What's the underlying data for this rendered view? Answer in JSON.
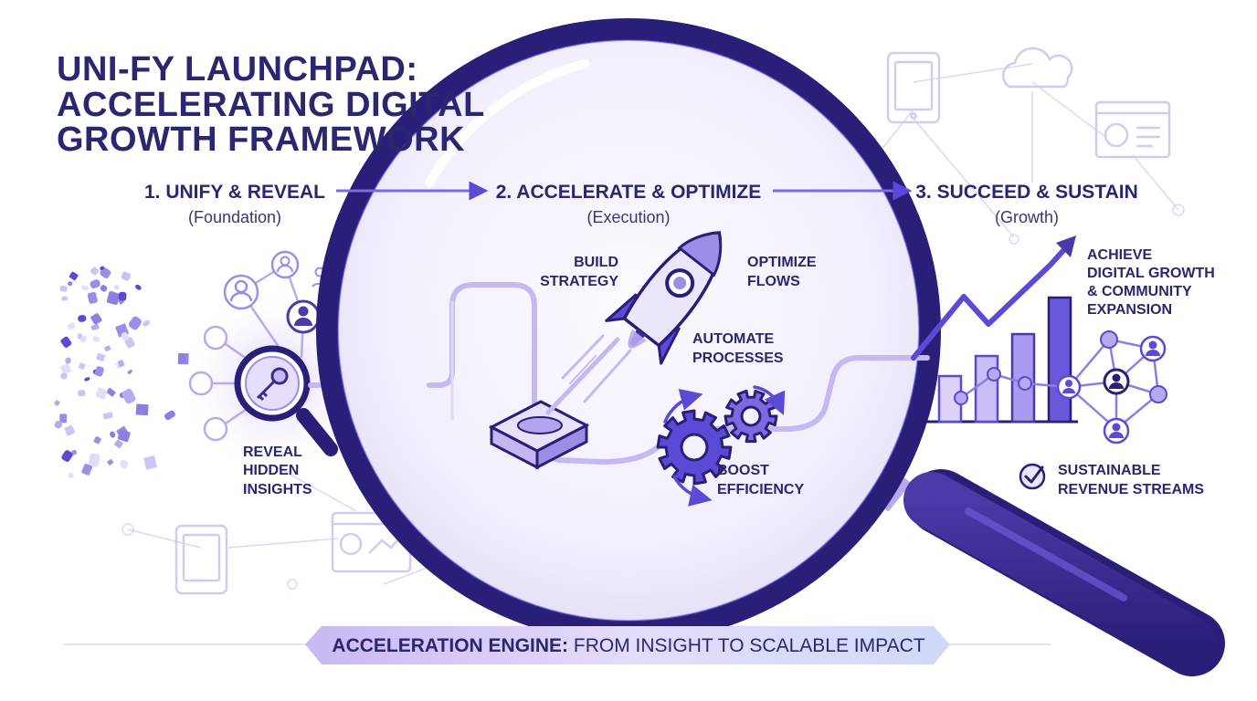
{
  "title": {
    "line1": "UNI-FY LAUNCHPAD:",
    "line2": "ACCELERATING DIGITAL",
    "line3": "GROWTH FRAMEWORK"
  },
  "steps": [
    {
      "title": "1. UNIFY & REVEAL",
      "subtitle": "(Foundation)"
    },
    {
      "title": "2. ACCELERATE & OPTIMIZE",
      "subtitle": "(Execution)"
    },
    {
      "title": "3. SUCCEED & SUSTAIN",
      "subtitle": "(Growth)"
    }
  ],
  "labels": {
    "reveal": [
      "REVEAL",
      "HIDDEN",
      "INSIGHTS"
    ],
    "build": [
      "BUILD",
      "STRATEGY"
    ],
    "optimize": [
      "OPTIMIZE",
      "FLOWS"
    ],
    "automate": [
      "AUTOMATE",
      "PROCESSES"
    ],
    "boost": [
      "BOOST",
      "EFFICIENCY"
    ],
    "achieve": [
      "ACHIEVE",
      "DIGITAL GROWTH",
      "& COMMUNITY",
      "EXPANSION"
    ],
    "sustain": [
      "SUSTAINABLE",
      "REVENUE STREAMS"
    ]
  },
  "banner": {
    "strong": "ACCELERATION ENGINE:",
    "rest": " FROM INSIGHT TO SCALABLE IMPACT"
  },
  "colors": {
    "navy": "#2a2670",
    "indigo": "#3b2a8f",
    "accent": "#5a4ad6",
    "lavender": "#b9a9ef",
    "light": "#e8e2fb"
  }
}
